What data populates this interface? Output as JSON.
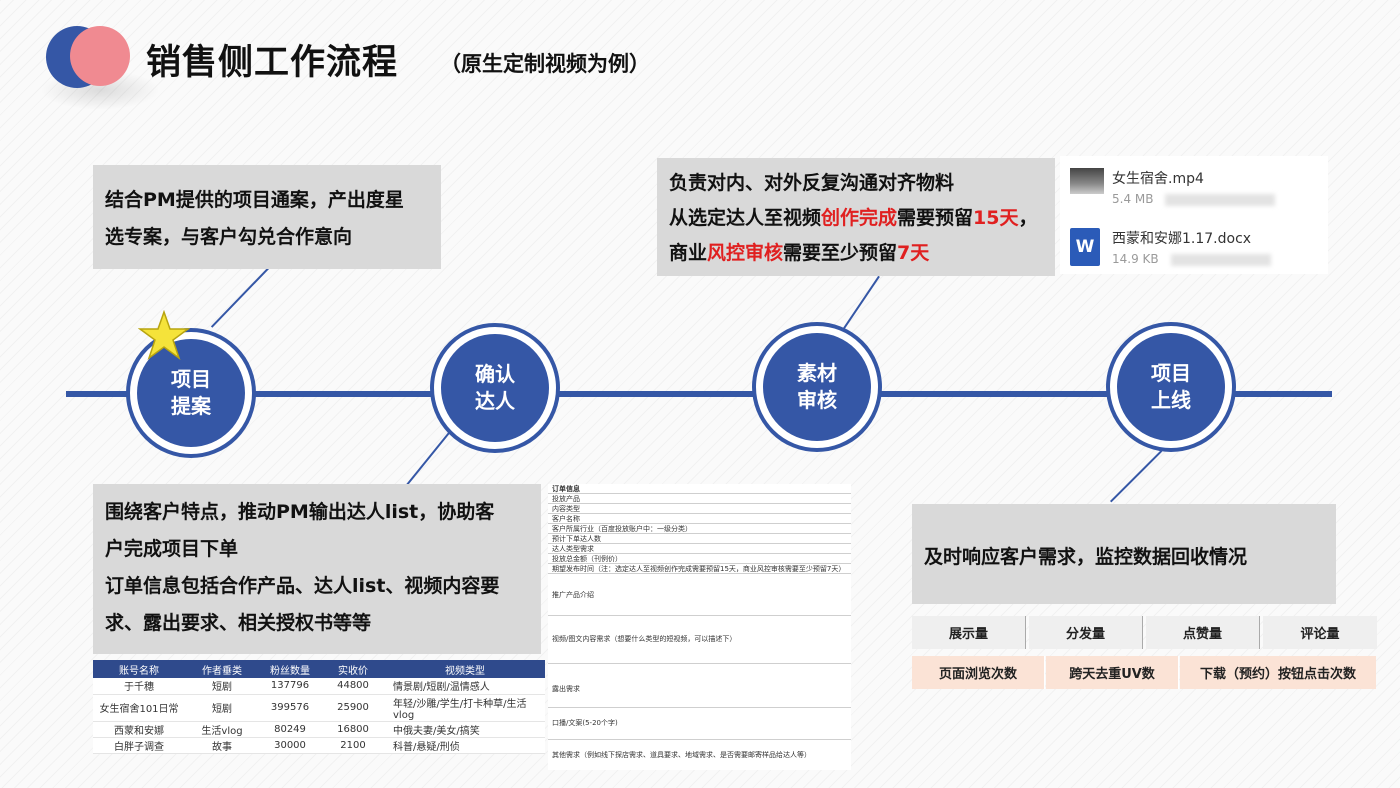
{
  "header": {
    "title": "销售侧工作流程",
    "subtitle": "（原生定制视频为例）"
  },
  "timeline": {
    "nodes": [
      {
        "line1": "项目",
        "line2": "提案"
      },
      {
        "line1": "确认",
        "line2": "达人"
      },
      {
        "line1": "素材",
        "line2": "审核"
      },
      {
        "line1": "项目",
        "line2": "上线"
      }
    ]
  },
  "proposal": {
    "line1": "结合PM提供的项目通案，产出度星",
    "line2": "选专案，与客户勾兑合作意向"
  },
  "review": {
    "line1": "负责对内、对外反复沟通对齐物料",
    "line2_a": "从选定达人至视频",
    "line2_red": "创作完成",
    "line2_b": "需要预留",
    "line2_red2": "15天",
    "line2_c": "，",
    "line3_a": "商业",
    "line3_red": "风控审核",
    "line3_b": "需要至少预留",
    "line3_red2": "7天"
  },
  "files": [
    {
      "name": "女生宿舍.mp4",
      "size": "5.4 MB",
      "icon": "video-thumbnail-icon"
    },
    {
      "name": "西蒙和安娜1.17.docx",
      "size": "14.9 KB",
      "icon": "word-doc-icon",
      "glyph": "W"
    }
  ],
  "confirm": {
    "line1": "围绕客户特点，推动PM输出达人list，协助客",
    "line2": "户完成项目下单",
    "line3": "订单信息包括合作产品、达人list、视频内容要",
    "line4": "求、露出要求、相关授权书等等"
  },
  "accounts": {
    "headers": [
      "账号名称",
      "作者垂类",
      "粉丝数量",
      "实收价",
      "视频类型"
    ],
    "rows": [
      [
        "于千穗",
        "短剧",
        "137796",
        "44800",
        "情景剧/短剧/温情感人"
      ],
      [
        "女生宿舍101日常",
        "短剧",
        "399576",
        "25900",
        "年轻/沙雕/学生/打卡种草/生活vlog"
      ],
      [
        "西蒙和安娜",
        "生活vlog",
        "80249",
        "16800",
        "中俄夫妻/美女/搞笑"
      ],
      [
        "白胖子调查",
        "故事",
        "30000",
        "2100",
        "科普/悬疑/刑侦"
      ]
    ]
  },
  "order_form": {
    "title": "订单信息",
    "fields": [
      "投放产品",
      "内容类型",
      "客户名称",
      "客户所属行业（百度投放账户中：一级分类）",
      "预计下单达人数",
      "达人类型需求",
      "投放总金额（刊例价）",
      "期望发布时间（注：选定达人至视频创作完成需要预留15天，商业风控审核需要至少预留7天）",
      "推广产品介绍",
      "视频/图文内容需求（想要什么类型的短视频，可以描述下）",
      "露出需求",
      "口播/文案(5-20个字)",
      "其他需求（例如线下探店需求、道具要求、地域需求、是否需要邮寄样品给达人等）"
    ]
  },
  "launch": {
    "text": "及时响应客户需求，监控数据回收情况"
  },
  "metrics": {
    "headers": [
      "展示量",
      "分发量",
      "点赞量",
      "评论量"
    ],
    "values": [
      "页面浏览次数",
      "跨天去重UV数",
      "下载（预约）按钮点击次数"
    ]
  },
  "colors": {
    "primary": "#3557a6",
    "accent_pink": "#f08a91",
    "highlight_red": "#e02020",
    "box_grey": "#d9d9d9",
    "star": "#f5e33a"
  }
}
